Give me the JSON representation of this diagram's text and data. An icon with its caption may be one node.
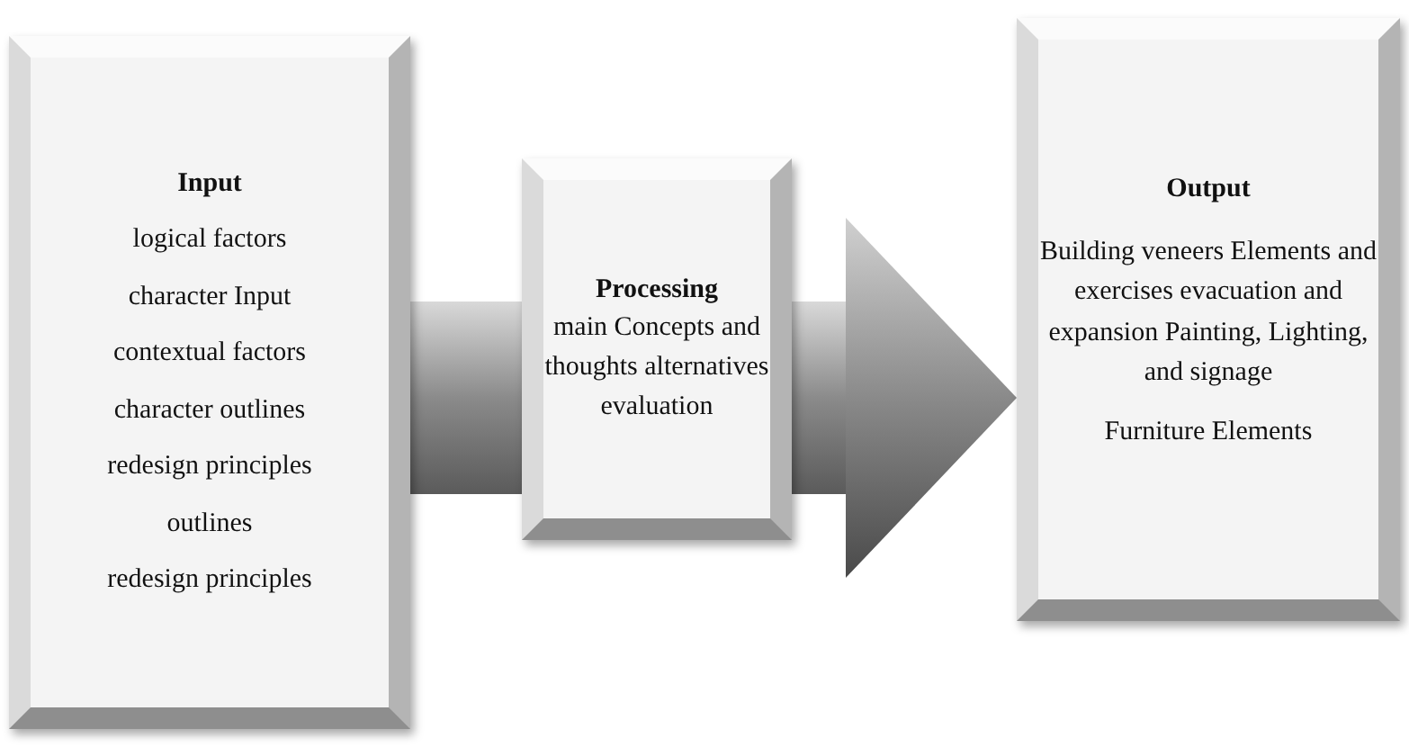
{
  "diagram": {
    "nodes": [
      {
        "text": [
          "Input",
          "logical factors",
          "character Input",
          "contextual factors",
          "character outlines",
          "redesign principles",
          "outlines",
          "redesign principles"
        ]
      },
      {
        "text": [
          "Processing",
          "main Concepts and thoughts alternatives evaluation"
        ]
      },
      {
        "text": [
          "Output",
          "Building veneers Elements and exercises evacuation and expansion Painting, Lighting, and signage",
          "Furniture Elements"
        ]
      }
    ],
    "edges": [
      {
        "from": 0,
        "to": 1,
        "arrow": "none",
        "style": "thick"
      },
      {
        "from": 1,
        "to": 2,
        "arrow": "to",
        "style": "thick"
      }
    ]
  }
}
